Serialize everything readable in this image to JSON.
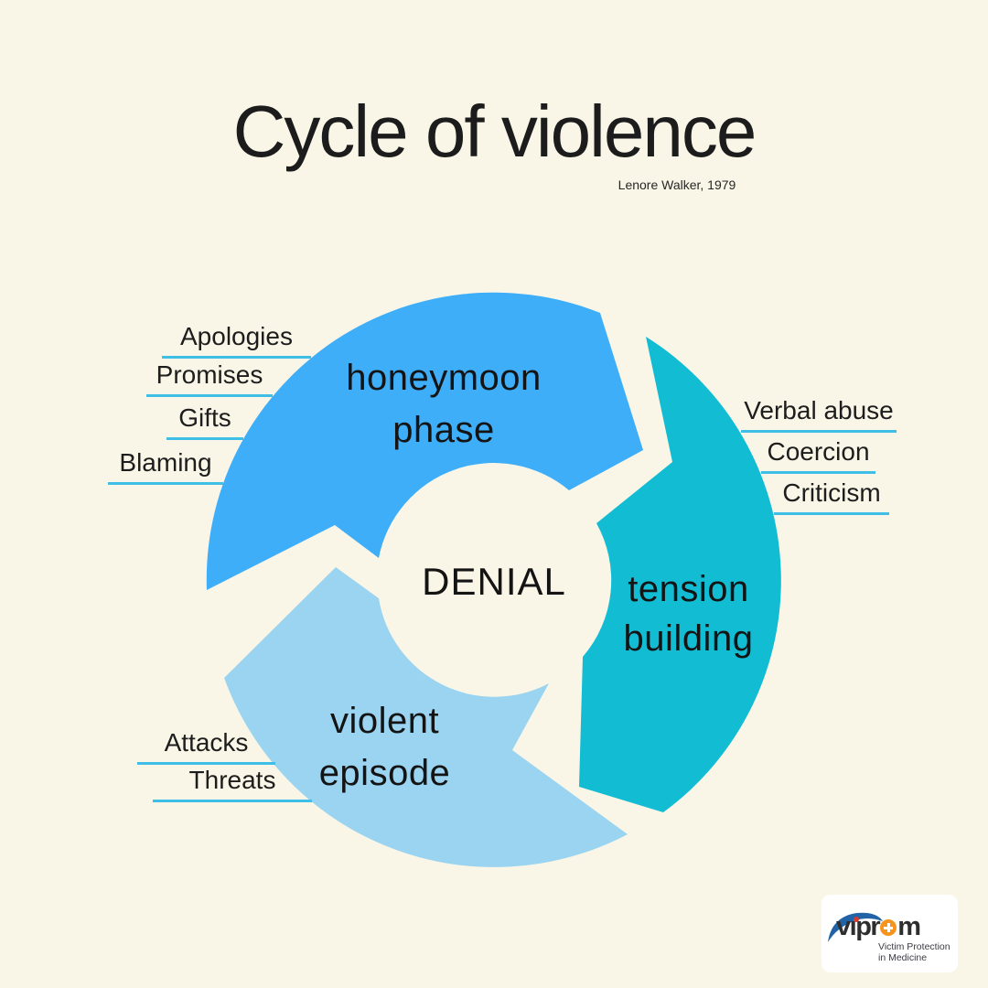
{
  "title": "Cycle of violence",
  "subtitle": "Lenore Walker, 1979",
  "center_label": "DENIAL",
  "segments": [
    {
      "id": "honeymoon",
      "label_line1": "honeymoon",
      "label_line2": "phase",
      "color": "#3faef9"
    },
    {
      "id": "tension",
      "label_line1": "tension",
      "label_line2": "building",
      "color": "#12bdd4"
    },
    {
      "id": "violent",
      "label_line1": "violent",
      "label_line2": "episode",
      "color": "#9ad4f0"
    }
  ],
  "annotations": {
    "honeymoon": [
      "Apologies",
      "Promises",
      "Gifts",
      "Blaming"
    ],
    "tension": [
      "Verbal abuse",
      "Coercion",
      "Criticism"
    ],
    "violent": [
      "Attacks",
      "Threats"
    ]
  },
  "colors": {
    "background": "#faf6e7",
    "callout_line": "#3fbee8",
    "text": "#1d1d1d",
    "logo_swoosh_blue": "#2263a7",
    "logo_orange": "#f7941d",
    "logo_red_dot": "#d93a2b"
  },
  "logo": {
    "wordmark": "viprom",
    "wordmark_left": "vı",
    "wordmark_mid": "pr",
    "wordmark_end": "m",
    "tagline_line1": "Victim Protection",
    "tagline_line2": "in Medicine"
  }
}
